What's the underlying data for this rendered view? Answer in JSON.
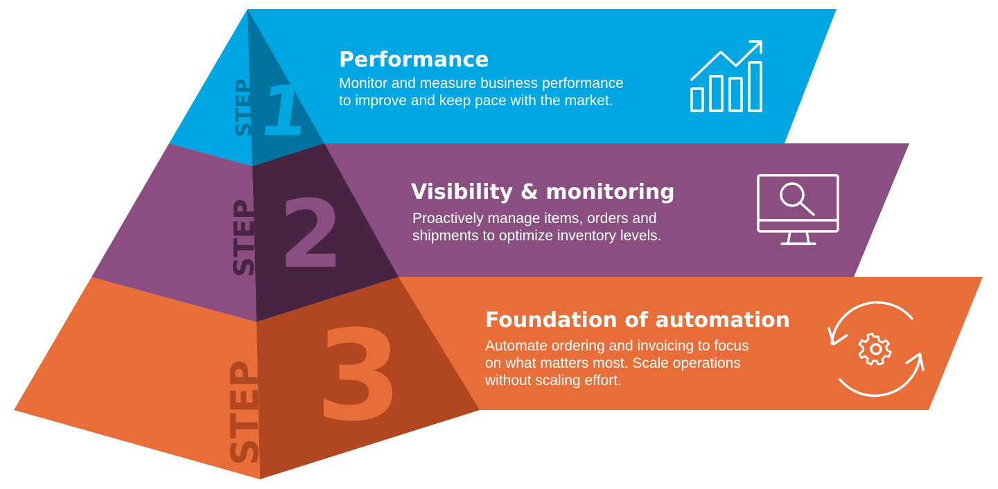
{
  "colors": {
    "step1": "#00a6e2",
    "step1_dark": "#02729e",
    "step2": "#8a4e81",
    "step2_dark": "#482443",
    "step3": "#e86d38",
    "step3_dark": "#b04720"
  },
  "steps": [
    {
      "step_word": "STEP",
      "number": "1",
      "title": "Performance",
      "description_lines": [
        "Monitor and measure business performance",
        "to improve and keep pace with the market."
      ],
      "icon": "bar-chart-growth-icon"
    },
    {
      "step_word": "STEP",
      "number": "2",
      "title": "Visibility & monitoring",
      "description_lines": [
        "Proactively manage items, orders and",
        "shipments to optimize inventory levels."
      ],
      "icon": "monitor-search-icon"
    },
    {
      "step_word": "STEP",
      "number": "3",
      "title": "Foundation of automation",
      "description_lines": [
        "Automate ordering and invoicing to focus",
        "on what matters most. Scale operations",
        "without scaling effort."
      ],
      "icon": "gear-cycle-icon"
    }
  ]
}
